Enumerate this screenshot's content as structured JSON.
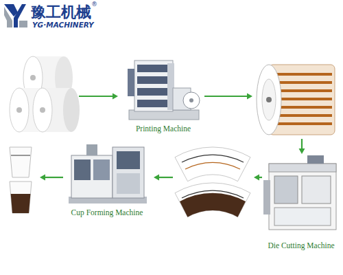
{
  "diagram": {
    "nodes": [
      {
        "text": [
          "Printing Machine"
        ]
      },
      {
        "text": [
          "Die Cutting Machine"
        ]
      },
      {
        "text": [
          "Cup Forming Machine"
        ]
      }
    ],
    "labels": [
      "豫工机械",
      "®",
      "YG·MACHINERY"
    ]
  }
}
